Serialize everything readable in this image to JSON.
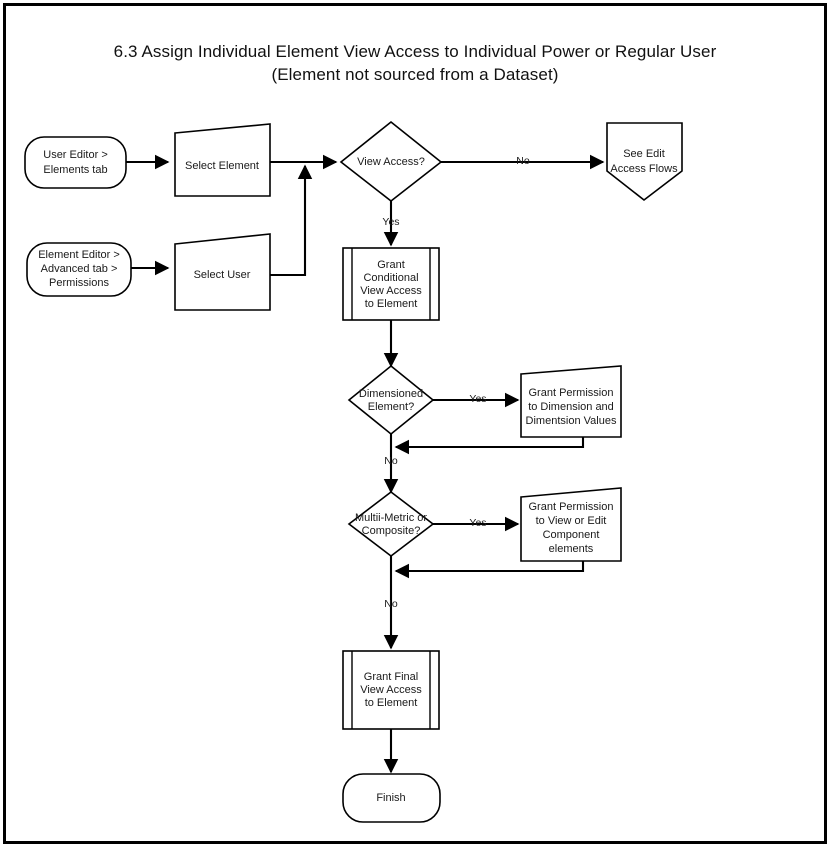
{
  "document": {
    "title_line1": "6.3  Assign Individual Element View Access to Individual Power or Regular User",
    "title_line2": "(Element not sourced from a Dataset)",
    "border_color": "#000000",
    "background_color": "#ffffff",
    "stroke_color": "#000000",
    "text_color": "#1a1a1a"
  },
  "chart_data": {
    "type": "diagram",
    "diagram_kind": "flowchart",
    "title": "6.3  Assign Individual Element View Access to Individual Power or Regular User (Element not sourced from a Dataset)",
    "nodes": [
      {
        "id": "start_user_editor",
        "shape": "terminator",
        "lines": [
          "User Editor >",
          "Elements tab"
        ]
      },
      {
        "id": "select_element",
        "shape": "manual-input",
        "lines": [
          "Select Element"
        ]
      },
      {
        "id": "start_element_editor",
        "shape": "terminator",
        "lines": [
          "Element Editor >",
          "Advanced tab >",
          "Permissions"
        ]
      },
      {
        "id": "select_user",
        "shape": "manual-input",
        "lines": [
          "Select User"
        ]
      },
      {
        "id": "view_access",
        "shape": "decision",
        "lines": [
          "View Access?"
        ]
      },
      {
        "id": "see_edit_access",
        "shape": "off-page-connector",
        "lines": [
          "See Edit",
          "Access Flows"
        ]
      },
      {
        "id": "grant_conditional",
        "shape": "predefined-process",
        "lines": [
          "Grant",
          "Conditional",
          "View Access",
          "to Element"
        ]
      },
      {
        "id": "dimensioned",
        "shape": "decision",
        "lines": [
          "Dimensioned",
          "Element?"
        ]
      },
      {
        "id": "grant_dimension",
        "shape": "manual-input",
        "lines": [
          "Grant Permission",
          "to Dimension and",
          "Dimentsion Values"
        ]
      },
      {
        "id": "multi_metric",
        "shape": "decision",
        "lines": [
          "Multii-Metric or",
          "Composite?"
        ]
      },
      {
        "id": "grant_component",
        "shape": "manual-input",
        "lines": [
          "Grant Permission",
          "to View or Edit",
          "Component",
          "elements"
        ]
      },
      {
        "id": "grant_final",
        "shape": "predefined-process",
        "lines": [
          "Grant Final",
          "View Access",
          "to Element"
        ]
      },
      {
        "id": "finish",
        "shape": "terminator",
        "lines": [
          "Finish"
        ]
      }
    ],
    "edges": [
      {
        "from": "start_user_editor",
        "to": "select_element",
        "label": ""
      },
      {
        "from": "select_element",
        "to": "view_access",
        "label": ""
      },
      {
        "from": "start_element_editor",
        "to": "select_user",
        "label": ""
      },
      {
        "from": "select_user",
        "to": "view_access",
        "label": ""
      },
      {
        "from": "view_access",
        "to": "see_edit_access",
        "label": "No"
      },
      {
        "from": "view_access",
        "to": "grant_conditional",
        "label": "Yes"
      },
      {
        "from": "grant_conditional",
        "to": "dimensioned",
        "label": ""
      },
      {
        "from": "dimensioned",
        "to": "grant_dimension",
        "label": "Yes"
      },
      {
        "from": "grant_dimension",
        "to": "multi_metric",
        "label": ""
      },
      {
        "from": "dimensioned",
        "to": "multi_metric",
        "label": "No"
      },
      {
        "from": "multi_metric",
        "to": "grant_component",
        "label": "Yes"
      },
      {
        "from": "grant_component",
        "to": "grant_final",
        "label": ""
      },
      {
        "from": "multi_metric",
        "to": "grant_final",
        "label": "No"
      },
      {
        "from": "grant_final",
        "to": "finish",
        "label": ""
      }
    ]
  },
  "nodes": {
    "start_user_editor": {
      "line1": "User Editor >",
      "line2": "Elements tab"
    },
    "select_element": {
      "line1": "Select Element"
    },
    "start_element_editor": {
      "line1": "Element Editor >",
      "line2": "Advanced tab >",
      "line3": "Permissions"
    },
    "select_user": {
      "line1": "Select User"
    },
    "view_access": {
      "line1": "View Access?"
    },
    "see_edit_access": {
      "line1": "See Edit",
      "line2": "Access Flows"
    },
    "grant_conditional": {
      "line1": "Grant",
      "line2": "Conditional",
      "line3": "View Access",
      "line4": "to Element"
    },
    "dimensioned": {
      "line1": "Dimensioned",
      "line2": "Element?"
    },
    "grant_dimension": {
      "line1": "Grant Permission",
      "line2": "to Dimension and",
      "line3": "Dimentsion Values"
    },
    "multi_metric": {
      "line1": "Multii-Metric or",
      "line2": "Composite?"
    },
    "grant_component": {
      "line1": "Grant Permission",
      "line2": "to View or Edit",
      "line3": "Component",
      "line4": "elements"
    },
    "grant_final": {
      "line1": "Grant Final",
      "line2": "View Access",
      "line3": "to Element"
    },
    "finish": {
      "line1": "Finish"
    }
  },
  "edge_labels": {
    "view_access_no": "No",
    "view_access_yes": "Yes",
    "dimensioned_yes": "Yes",
    "dimensioned_no": "No",
    "multi_metric_yes": "Yes",
    "multi_metric_no": "No"
  }
}
